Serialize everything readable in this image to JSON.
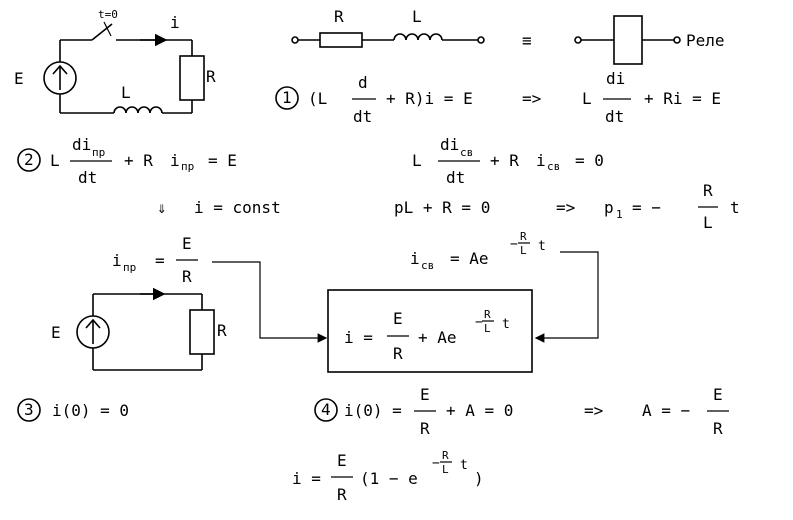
{
  "circuit1": {
    "switch_label": "t=0",
    "current_label": "i",
    "source_label": "E",
    "resistor_label": "R",
    "inductor_label": "L"
  },
  "equivalent": {
    "resistor_label": "R",
    "inductor_label": "L",
    "equiv_sign": "≡",
    "relay_label": "Реле"
  },
  "step1": {
    "num": "1",
    "open": "(L",
    "d": "d",
    "dt": "dt",
    "rest": "+ R)i = E",
    "implies": "=>",
    "L": "L",
    "di": "di",
    "dt2": "dt",
    "rest2": "+ Ri = E"
  },
  "step2": {
    "num": "2",
    "L": "L",
    "di": "di",
    "sub_pr": "пр",
    "dt": "dt",
    "plusR": "+ R",
    "i": "i",
    "sub_pr2": "пр",
    "eqE": "= E",
    "arrow": "⇓",
    "const": "i = const",
    "L_cb": "L",
    "di_cb": "di",
    "sub_cb": "св",
    "dt_cb": "dt",
    "plusR_cb": "+ R",
    "i_cb": "i",
    "sub_cb2": "св",
    "eq0": "= 0",
    "char_eq": "pL + R = 0",
    "implies": "=>",
    "p": "p",
    "p_sub": "1",
    "p_eq": "= −",
    "R": "R",
    "L2": "L",
    "t": "t"
  },
  "forced": {
    "i": "i",
    "sub": "пр",
    "eq": "=",
    "E": "E",
    "R": "R"
  },
  "free": {
    "i": "i",
    "sub": "св",
    "eq": "= Ae",
    "minus": "−",
    "R": "R",
    "L": "L",
    "t": "t"
  },
  "circuit2": {
    "source_label": "E",
    "resistor_label": "R"
  },
  "solution": {
    "i": "i =",
    "E": "E",
    "R": "R",
    "plus": "+ Ae",
    "minus": "−",
    "Rexp": "R",
    "Lexp": "L",
    "t": "t"
  },
  "step3": {
    "num": "3",
    "text": "i(0) = 0"
  },
  "step4": {
    "num": "4",
    "lhs": "i(0) =",
    "E": "E",
    "R": "R",
    "mid": "+ A = 0",
    "implies": "=>",
    "A": "A = −",
    "E2": "E",
    "R2": "R"
  },
  "final": {
    "i": "i =",
    "E": "E",
    "R": "R",
    "paren": "(1 − e",
    "minus": "−",
    "Rexp": "R",
    "Lexp": "L",
    "t": "t",
    "close": ")"
  }
}
